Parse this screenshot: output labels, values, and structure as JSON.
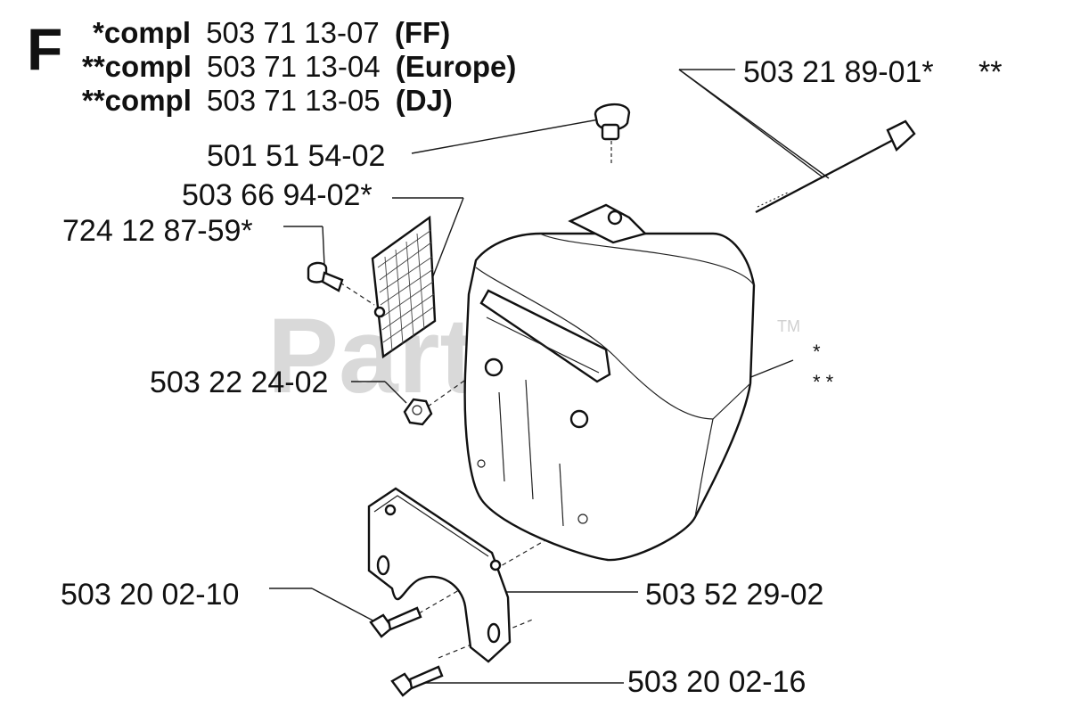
{
  "section_letter": "F",
  "header_lines": [
    {
      "prefix": "*compl",
      "number": "503 71 13-07",
      "suffix": "(FF)"
    },
    {
      "prefix": "**compl",
      "number": "503 71 13-04",
      "suffix": "(Europe)"
    },
    {
      "prefix": "**compl",
      "number": "503 71 13-05",
      "suffix": "(DJ)"
    }
  ],
  "callouts": {
    "bolt_long": "503 21 89-01*",
    "bolt_long_marks": "**",
    "plug": "501 51 54-02",
    "screen": "503 66 94-02*",
    "screw_small": "724 12 87-59*",
    "nut": "503 22 24-02",
    "muffler_single": "*",
    "muffler_double": "* *",
    "screw_a": "503 20 02-10",
    "gasket": "503 52 29-02",
    "screw_b": "503 20 02-16"
  },
  "watermark": {
    "text": "PartsTree",
    "tm": "TM"
  }
}
